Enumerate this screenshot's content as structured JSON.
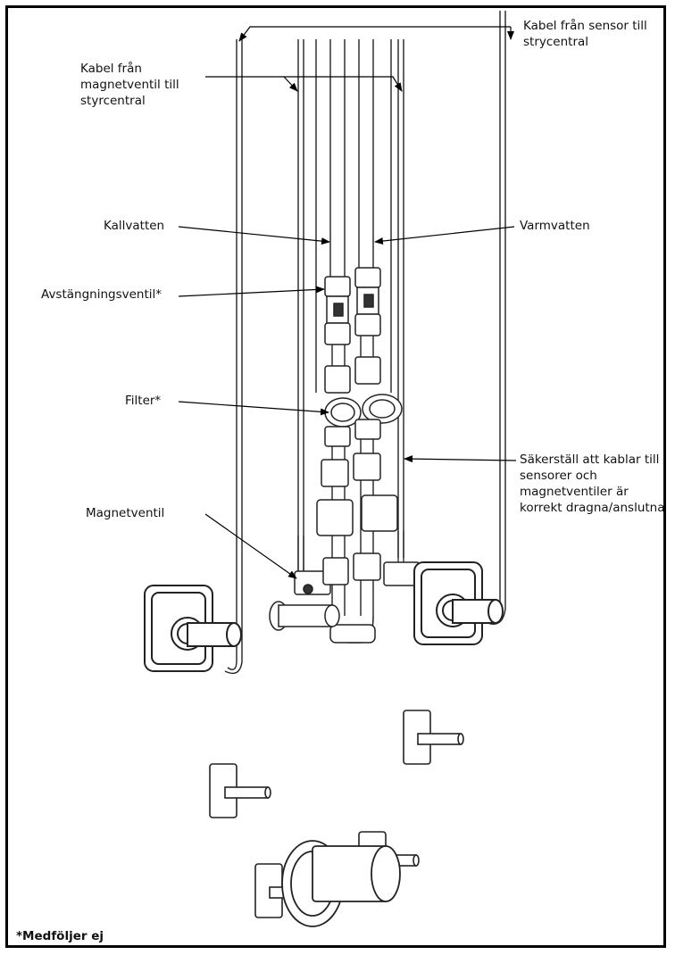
{
  "labels": {
    "kabel_sensor": "Kabel från sensor till\nstrycentral",
    "kabel_magnetventil": "Kabel från\nmagnetventil till\nstyrcentral",
    "kallvatten": "Kallvatten",
    "varmvatten": "Varmvatten",
    "avstangningsventil": "Avstängningsventil*",
    "filter": "Filter*",
    "magnetventil": "Magnetventil",
    "sakerstall": "Säkerställ att kablar till\nsensorer och\nmagnetventiler är\nkorrekt dragna/anslutna",
    "footnote": "*Medföljer ej"
  }
}
